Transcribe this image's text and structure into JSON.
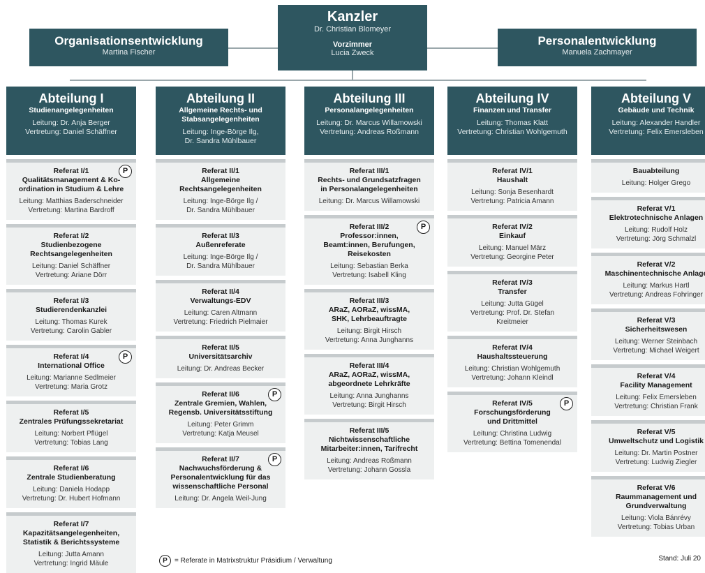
{
  "kanzler": {
    "title": "Kanzler",
    "name": "Dr. Christian Blomeyer",
    "vorzimmer_label": "Vorzimmer",
    "vorzimmer_name": "Lucia Zweck"
  },
  "org": {
    "title": "Organisationsentwicklung",
    "name": "Martina Fischer"
  },
  "personal": {
    "title": "Personalentwicklung",
    "name": "Manuela Zachmayer"
  },
  "badge": "P",
  "legend": "= Referate in Matrixstruktur Präsidium / Verwaltung",
  "stand": "Stand: Juli 20",
  "departments": [
    {
      "title": "Abteilung I",
      "subtitle": "Studienangelegenheiten",
      "details": "Leitung: Dr. Anja Berger\nVertretung: Daniel Schäffner",
      "refs": [
        {
          "title": "Referat I/1\nQualitätsmanagement & Ko-\nordination in Studium & Lehre",
          "details": "Leitung: Matthias Baderschneider\nVertretung: Martina Bardroff",
          "p": true
        },
        {
          "title": "Referat I/2\nStudienbezogene\nRechtsangelegenheiten",
          "details": "Leitung: Daniel Schäffner\nVertretung: Ariane Dörr",
          "p": false
        },
        {
          "title": "Referat I/3\nStudierendenkanzlei",
          "details": "Leitung: Thomas Kurek\nVertretung: Carolin Gabler",
          "p": false
        },
        {
          "title": "Referat I/4\nInternational Office",
          "details": "Leitung: Marianne Sedlmeier\nVertretung: Maria Grotz",
          "p": true
        },
        {
          "title": "Referat I/5\nZentrales Prüfungssekretariat",
          "details": "Leitung: Norbert Pflügel\nVertretung: Tobias Lang",
          "p": false
        },
        {
          "title": "Referat I/6\nZentrale Studienberatung",
          "details": "Leitung: Daniela Hodapp\nVertretung: Dr. Hubert Hofmann",
          "p": false
        },
        {
          "title": "Referat I/7\nKapazitätsangelegenheiten,\nStatistik & Berichtssysteme",
          "details": "Leitung: Jutta Amann\nVertretung: Ingrid Mäule",
          "p": false
        }
      ]
    },
    {
      "title": "Abteilung II",
      "subtitle": "Allgemeine Rechts- und\nStabsangelegenheiten",
      "details": "Leitung: Inge-Börge Ilg,\nDr. Sandra Mühlbauer",
      "refs": [
        {
          "title": "Referat II/1\nAllgemeine\nRechtsangelegenheiten",
          "details": "Leitung: Inge-Börge Ilg /\nDr. Sandra Mühlbauer",
          "p": false
        },
        {
          "title": "Referat II/3\nAußenreferate",
          "details": "Leitung: Inge-Börge Ilg /\nDr. Sandra Mühlbauer",
          "p": false
        },
        {
          "title": "Referat II/4\nVerwaltungs-EDV",
          "details": "Leitung: Caren Altmann\nVertretung: Friedrich Pielmaier",
          "p": false
        },
        {
          "title": "Referat II/5\nUniversitätsarchiv",
          "details": "Leitung: Dr. Andreas Becker",
          "p": false
        },
        {
          "title": "Referat II/6\nZentrale Gremien, Wahlen,\nRegensb. Universitätsstiftung",
          "details": "Leitung: Peter Grimm\nVertretung: Katja Meusel",
          "p": true
        },
        {
          "title": "Referat II/7\nNachwuchsförderung &\nPersonalentwicklung für das\nwissenschaftliche Personal",
          "details": "Leitung: Dr. Angela Weil-Jung",
          "p": true
        }
      ]
    },
    {
      "title": "Abteilung III",
      "subtitle": "Personalangelegenheiten",
      "details": "Leitung: Dr. Marcus Willamowski\nVertretung: Andreas Roßmann",
      "refs": [
        {
          "title": "Referat III/1\nRechts- und Grundsatzfragen\nin Personalangelegenheiten",
          "details": "Leitung: Dr. Marcus Willamowski",
          "p": false
        },
        {
          "title": "Referat III/2\nProfessor:innen,\nBeamt:innen, Berufungen,\nReisekosten",
          "details": "Leitung: Sebastian Berka\nVertretung: Isabell Kling",
          "p": true
        },
        {
          "title": "Referat III/3\nARaZ, AORaZ, wissMA,\nSHK, Lehrbeauftragte",
          "details": "Leitung: Birgit Hirsch\nVertretung: Anna Junghanns",
          "p": false
        },
        {
          "title": "Referat III/4\nARaZ, AORaZ, wissMA,\nabgeordnete Lehrkräfte",
          "details": "Leitung: Anna Junghanns\nVertretung: Birgit Hirsch",
          "p": false
        },
        {
          "title": "Referat III/5\nNichtwissenschaftliche\nMitarbeiter:innen, Tarifrecht",
          "details": "Leitung: Andreas Roßmann\nVertretung: Johann Gossla",
          "p": false
        }
      ]
    },
    {
      "title": "Abteilung IV",
      "subtitle": "Finanzen und Transfer",
      "details": "Leitung: Thomas Klatt\nVertretung: Christian Wohlgemuth",
      "refs": [
        {
          "title": "Referat IV/1\nHaushalt",
          "details": "Leitung: Sonja Besenhardt\nVertretung: Patricia Amann",
          "p": false
        },
        {
          "title": "Referat IV/2\nEinkauf",
          "details": "Leitung: Manuel März\nVertretung: Georgine Peter",
          "p": false
        },
        {
          "title": "Referat IV/3\nTransfer",
          "details": "Leitung: Jutta Gügel\nVertretung: Prof. Dr. Stefan\nKreitmeier",
          "p": false
        },
        {
          "title": "Referat IV/4\nHaushaltssteuerung",
          "details": "Leitung: Christian Wohlgemuth\nVertretung: Johann Kleindl",
          "p": false
        },
        {
          "title": "Referat IV/5\nForschungsförderung\nund Drittmittel",
          "details": "Leitung: Christina Ludwig\nVertretung: Bettina Tomenendal",
          "p": true
        }
      ]
    },
    {
      "title": "Abteilung V",
      "subtitle": "Gebäude und Technik",
      "details": "Leitung: Alexander Handler\nVertretung: Felix Emersleben",
      "refs": [
        {
          "title": "Bauabteilung",
          "details": "Leitung: Holger Grego",
          "p": false
        },
        {
          "title": "Referat V/1\nElektrotechnische Anlagen",
          "details": "Leitung: Rudolf Holz\nVertretung: Jörg Schmalzl",
          "p": false
        },
        {
          "title": "Referat V/2\nMaschinentechnische Anlage",
          "details": "Leitung: Markus Hartl\nVertretung: Andreas Fohringer",
          "p": false
        },
        {
          "title": "Referat V/3\nSicherheitswesen",
          "details": "Leitung: Werner Steinbach\nVertretung: Michael Weigert",
          "p": false
        },
        {
          "title": "Referat V/4\nFacility Management",
          "details": "Leitung: Felix Emersleben\nVertretung: Christian Frank",
          "p": false
        },
        {
          "title": "Referat V/5\nUmweltschutz und Logistik",
          "details": "Leitung: Dr. Martin Postner\nVertretung: Ludwig Ziegler",
          "p": false
        },
        {
          "title": "Referat V/6\nRaummanagement und\nGrundverwaltung",
          "details": "Leitung: Viola Bánrévy\nVertretung: Tobias Urban",
          "p": false
        }
      ]
    }
  ]
}
